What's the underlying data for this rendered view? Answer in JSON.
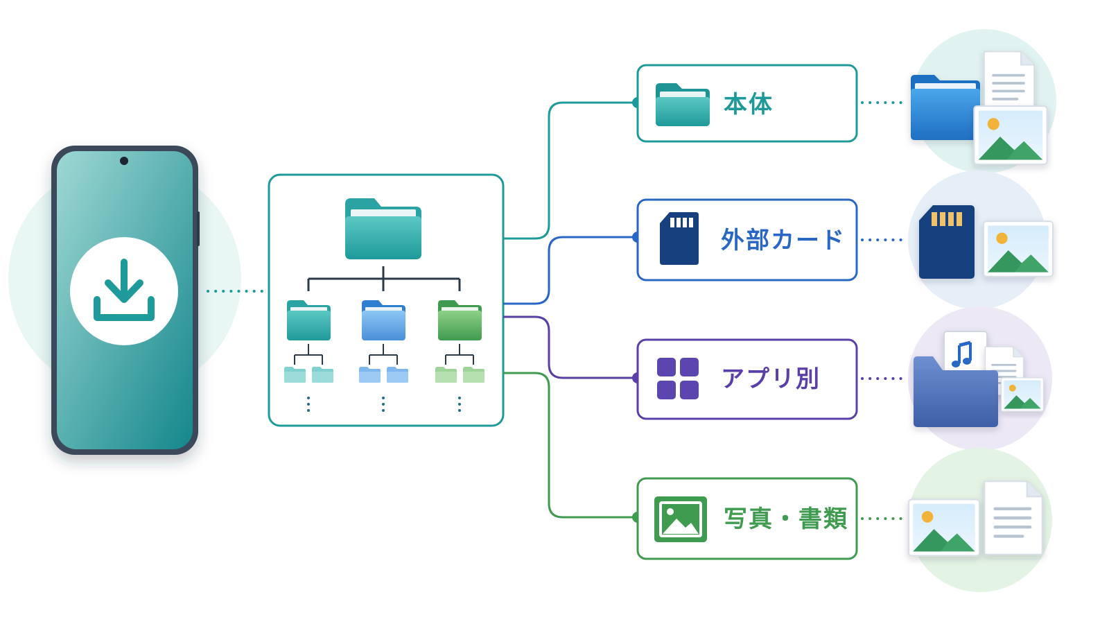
{
  "destinations": [
    {
      "key": "device",
      "label": "本体",
      "color": "#1f9a9a"
    },
    {
      "key": "sdcard",
      "label": "外部カード",
      "color": "#2867c4"
    },
    {
      "key": "apps",
      "label": "アプリ別",
      "color": "#5a3fa8"
    },
    {
      "key": "photos",
      "label": "写真・書類",
      "color": "#3f9b4f"
    }
  ],
  "icons": {
    "phone": "download-icon",
    "hub": "folder-tree-icon",
    "device": "folder-icon",
    "sdcard": "sd-card-icon",
    "apps": "app-grid-icon",
    "photos": "image-icon"
  },
  "colors": {
    "teal": "#1f9a9a",
    "blue": "#2867c4",
    "purple": "#5a3fa8",
    "green": "#3f9b4f",
    "phone_body": "#3a4a5a"
  }
}
